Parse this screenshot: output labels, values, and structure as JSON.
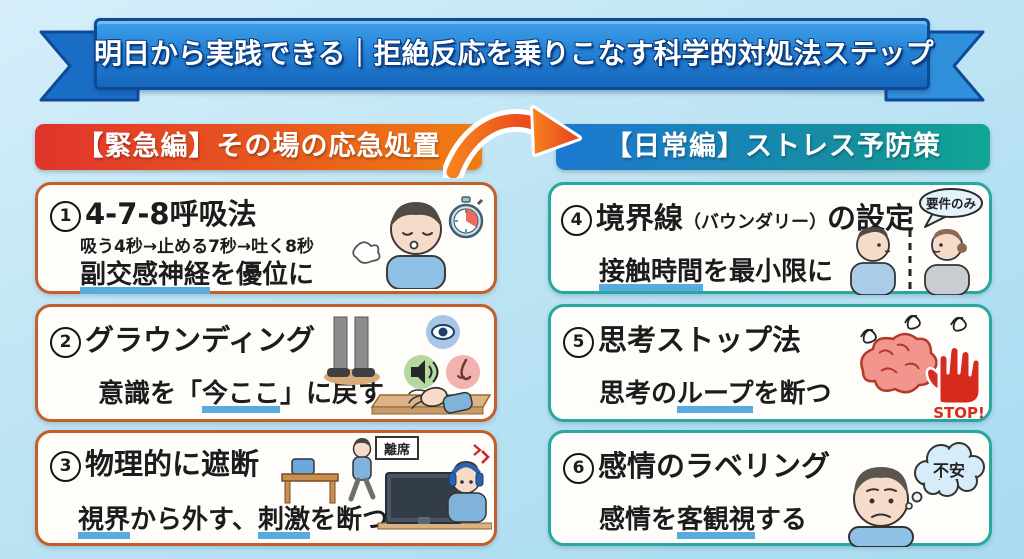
{
  "banner": {
    "text": "明日から実践できる｜拒絶反応を乗りこなす科学的対処法ステップ"
  },
  "left_section": {
    "header": "【緊急編】その場の応急処置",
    "cards": [
      {
        "number": "1",
        "title": "4-7-8呼吸法",
        "subtitle": "吸う4秒→止める7秒→吐く8秒",
        "line": [
          {
            "text": "副交感神経"
          },
          {
            "text": "を優位に"
          }
        ]
      },
      {
        "number": "2",
        "title": "グラウンディング",
        "line": [
          {
            "text": "意識を「"
          },
          {
            "text": "今ここ"
          },
          {
            "text": "」に戻す"
          }
        ]
      },
      {
        "number": "3",
        "title": "物理的に遮断",
        "line": [
          {
            "text": "視界"
          },
          {
            "text": "から外す、"
          },
          {
            "text": "刺激"
          },
          {
            "text": "を断つ"
          }
        ],
        "sign_label": "離席"
      }
    ]
  },
  "right_section": {
    "header": "【日常編】ストレス予防策",
    "cards": [
      {
        "number": "4",
        "title_main": "境界線",
        "title_paren": "（バウンダリー）",
        "title_tail": "の設定",
        "line": [
          {
            "text": "接触時間"
          },
          {
            "text": "を最小限に"
          }
        ],
        "bubble_label": "要件のみ"
      },
      {
        "number": "5",
        "title": "思考ストップ法",
        "line": [
          {
            "text": "思考の"
          },
          {
            "text": "ループ"
          },
          {
            "text": "を断つ"
          }
        ],
        "stop_label": "STOP!"
      },
      {
        "number": "6",
        "title": "感情のラベリング",
        "line": [
          {
            "text": "感情を"
          },
          {
            "text": "客観視"
          },
          {
            "text": "する"
          }
        ],
        "thought_label": "不安"
      }
    ]
  },
  "colors": {
    "accent_red": "#e0342c",
    "accent_orange": "#ef7d12",
    "accent_blue": "#1d78d2",
    "accent_teal": "#11a695",
    "card_border_emergency": "#c45f2b",
    "card_border_daily": "#28a89f",
    "underline_blue": "#58abdf",
    "ribbon_blue": "#2583d8"
  }
}
